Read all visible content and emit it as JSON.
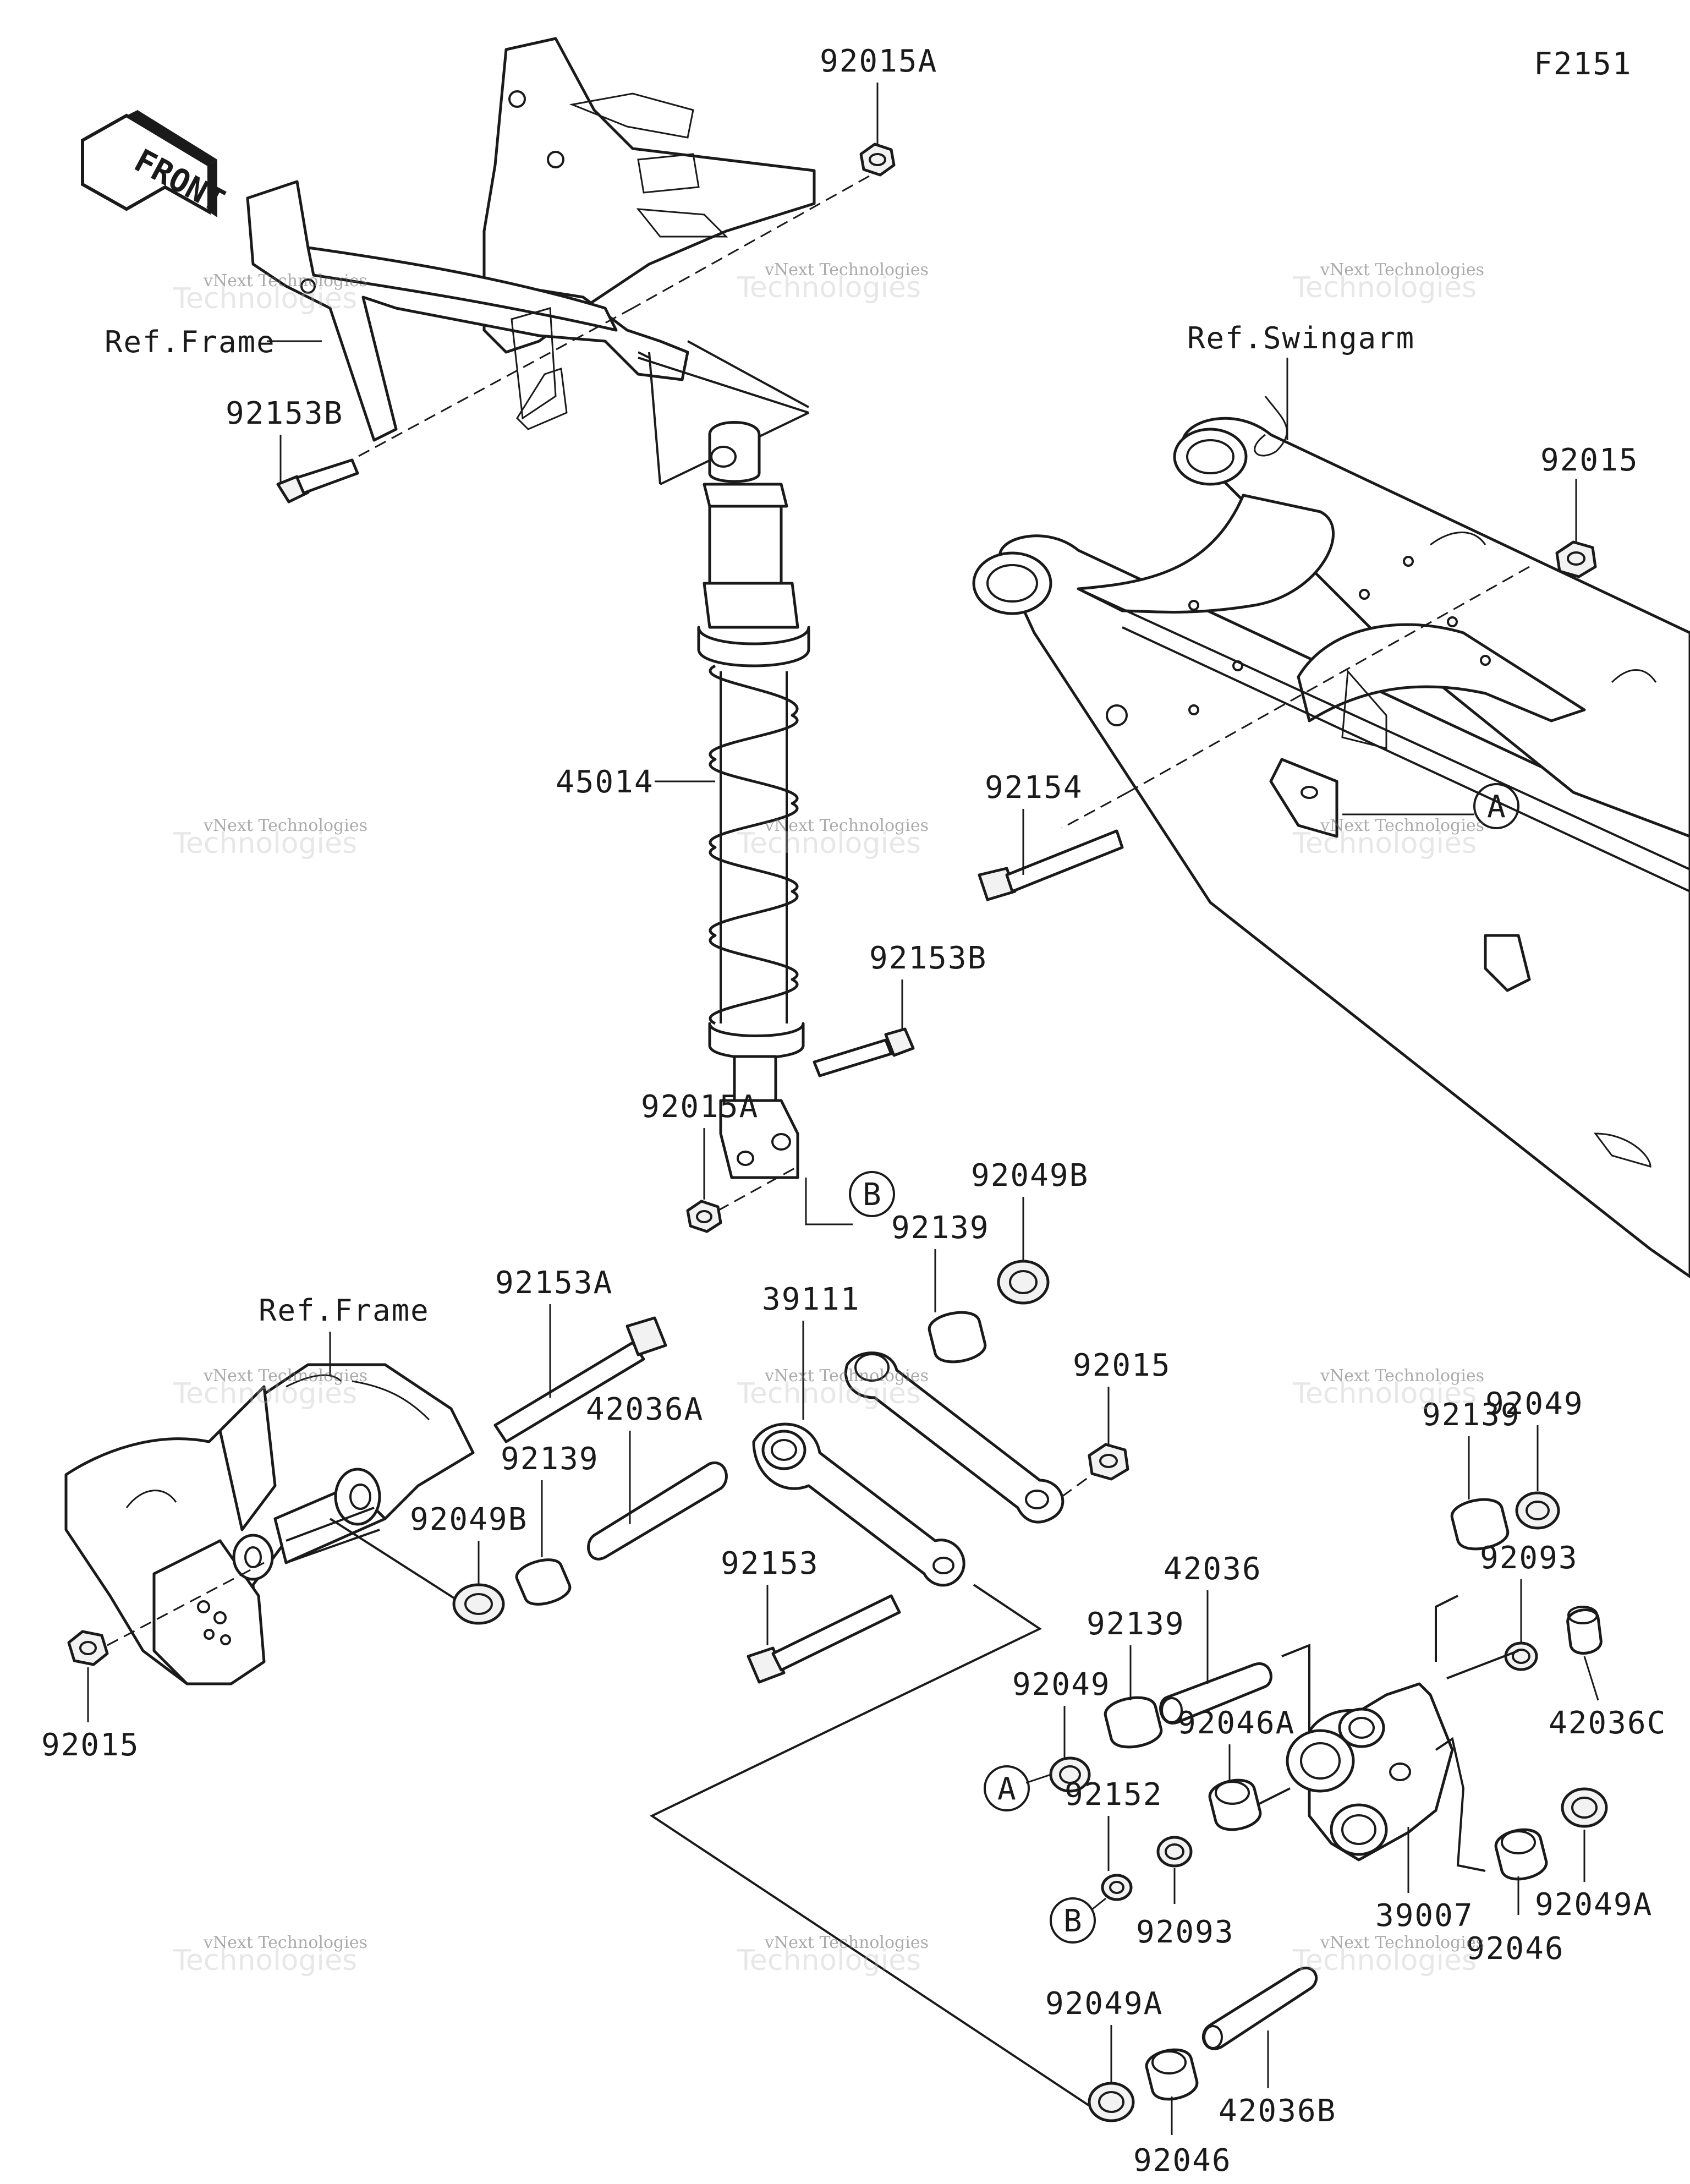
{
  "figure_id": "F2151",
  "front_label": "FRONT",
  "references": {
    "frame_top": "Ref.Frame",
    "frame_bottom": "Ref.Frame",
    "swingarm": "Ref.Swingarm"
  },
  "callouts": {
    "A_swingarm": "A",
    "B_shock": "B",
    "A_kit": "A",
    "B_kit": "B"
  },
  "parts": {
    "p_92015A_top": "92015A",
    "p_92153B_top": "92153B",
    "p_45014": "45014",
    "p_92015_swingarm": "92015",
    "p_92154": "92154",
    "p_92153B_mid": "92153B",
    "p_92015A_mid": "92015A",
    "p_92049B_right": "92049B",
    "p_92139_right": "92139",
    "p_39111": "39111",
    "p_92153A": "92153A",
    "p_42036A": "42036A",
    "p_92139_left": "92139",
    "p_92049B_left": "92049B",
    "p_92015_link": "92015",
    "p_92015_frame": "92015",
    "p_92153": "92153",
    "p_92049_top": "92049",
    "p_92139_rocker": "92139",
    "p_92093_top": "92093",
    "p_42036": "42036",
    "p_92139_kit": "92139",
    "p_42036C": "42036C",
    "p_92049_kit": "92049",
    "p_92046A": "92046A",
    "p_92152": "92152",
    "p_39007": "39007",
    "p_92049A_right": "92049A",
    "p_92093_bottom": "92093",
    "p_92046_right": "92046",
    "p_92049A_bottom": "92049A",
    "p_42036B": "42036B",
    "p_92046_bottom": "92046"
  },
  "watermark": {
    "line1": "vNext Technologies",
    "line2": "Technologies"
  }
}
